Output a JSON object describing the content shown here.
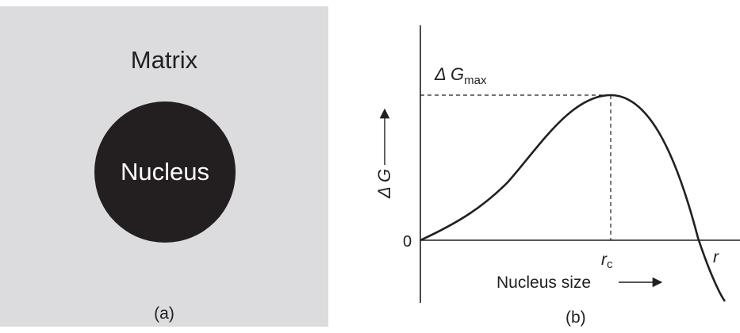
{
  "panel_a": {
    "matrix_label": "Matrix",
    "nucleus_label": "Nucleus",
    "caption": "(a)"
  },
  "panel_b": {
    "dgmax_symbol": "Δ G",
    "dgmax_subscript": "max",
    "y_axis_label": "Δ G",
    "origin_label": "0",
    "rc_symbol": "r",
    "rc_subscript": "c",
    "r_label": "r",
    "x_axis_label": "Nucleus size",
    "caption": "(b)"
  },
  "colors": {
    "matrix_fill": "#dcdcde",
    "nucleus_fill": "#231f20",
    "ink": "#231f20"
  }
}
